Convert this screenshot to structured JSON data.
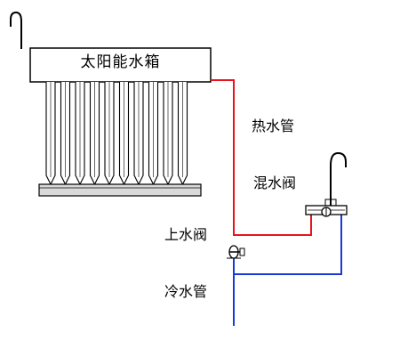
{
  "labels": {
    "tank": "太阳能水箱",
    "hot_pipe": "热水管",
    "mixing_valve": "混水阀",
    "inlet_valve": "上水阀",
    "cold_pipe": "冷水管"
  },
  "colors": {
    "hot_pipe": "#e8141e",
    "cold_pipe": "#1a3ad8",
    "outline": "#000000"
  },
  "collector": {
    "tube_count": 10
  }
}
